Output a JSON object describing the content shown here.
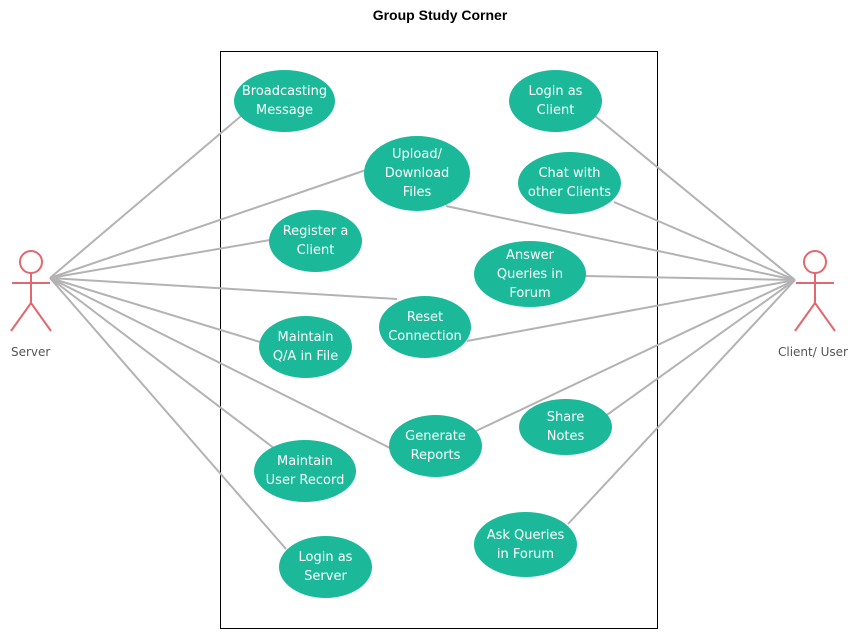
{
  "title": "Group Study Corner",
  "colors": {
    "usecase_fill": "#1bb99a",
    "actor_stroke": "#e0686e",
    "connector": "#b3b3b3"
  },
  "actors": {
    "server": {
      "label": "Server"
    },
    "client": {
      "label": "Client/ User"
    }
  },
  "use_cases": {
    "broadcasting": "Broadcasting\nMessage",
    "upload_download": "Upload/\nDownload\nFiles",
    "register_client": "Register a\nClient",
    "reset_connection": "Reset\nConnection",
    "maintain_qa": "Maintain\nQ/A in File",
    "generate_reports": "Generate\nReports",
    "maintain_user_record": "Maintain\nUser Record",
    "login_server": "Login as\nServer",
    "login_client": "Login as\nClient",
    "chat_clients": "Chat with\nother Clients",
    "answer_queries": "Answer\nQueries in\nForum",
    "share_notes": "Share\nNotes",
    "ask_queries": "Ask Queries\nin Forum"
  }
}
